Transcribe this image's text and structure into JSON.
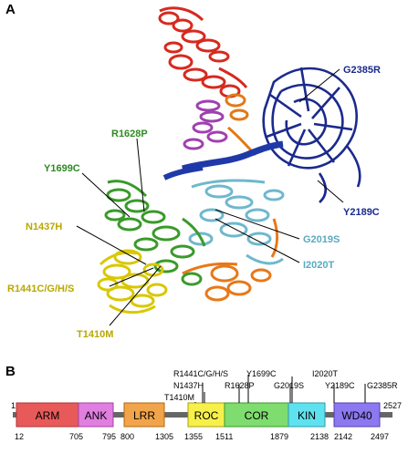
{
  "panel_a": {
    "letter": "A",
    "labels": {
      "g2385r": "G2385R",
      "r1628p": "R1628P",
      "y1699c": "Y1699C",
      "n1437h": "N1437H",
      "r1441": "R1441C/G/H/S",
      "t1410m": "T1410M",
      "y2189c": "Y2189C",
      "g2019s": "G2019S",
      "i2020t": "I2020T"
    },
    "colors": {
      "green": "#2e8b22",
      "yellow": "#c8b400",
      "blue": "#1b2a8c",
      "cyan": "#5aaabf"
    }
  },
  "panel_b": {
    "letter": "B",
    "start_label": "1",
    "end_label": "2527",
    "domains": [
      {
        "name": "ARM",
        "start": "12",
        "end": "705",
        "color": "#e85a5a"
      },
      {
        "name": "ANK",
        "start": "",
        "end": "795",
        "color": "#e07fe0"
      },
      {
        "name": "LRR",
        "start": "800",
        "end": "1305",
        "color": "#f2a44a"
      },
      {
        "name": "ROC",
        "start": "1355",
        "end": "1511",
        "color": "#f7f04a"
      },
      {
        "name": "COR",
        "start": "",
        "end": "1879",
        "color": "#7fdc6e"
      },
      {
        "name": "KIN",
        "start": "",
        "end": "2138",
        "color": "#5fe2ef"
      },
      {
        "name": "WD40",
        "start": "2142",
        "end": "2497",
        "color": "#8c78f0"
      }
    ],
    "mutations": [
      "R1441C/G/H/S",
      "N1437H",
      "T1410M",
      "R1628P",
      "Y1699C",
      "G2019S",
      "I2020T",
      "Y2189C",
      "G2385R"
    ]
  }
}
